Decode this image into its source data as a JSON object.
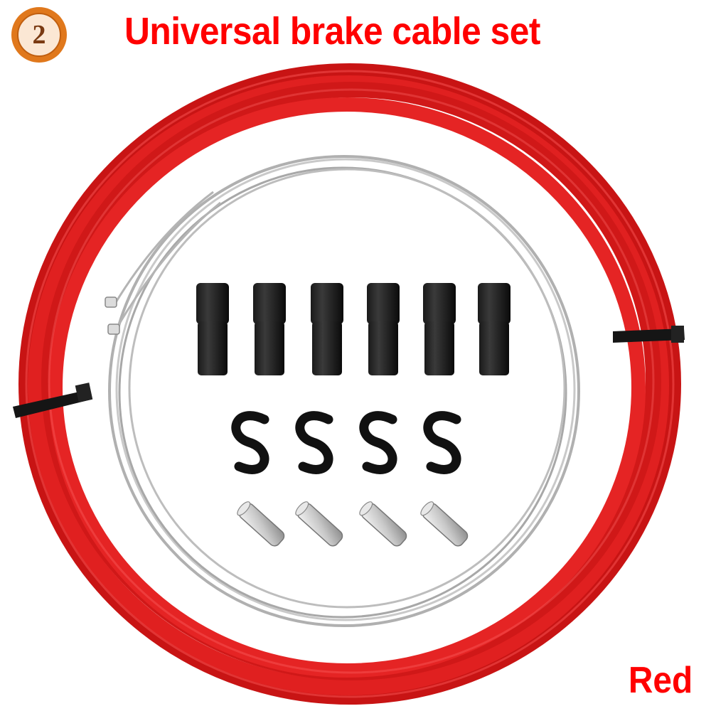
{
  "badge": {
    "number": "2",
    "color": "#e0781c"
  },
  "title": {
    "text": "Universal brake cable set",
    "color": "#ff0000"
  },
  "color_label": {
    "text": "Red",
    "color": "#ff0000"
  },
  "product": {
    "housing_color": "#e01b1b",
    "inner_cable_color": "#b8b8b8",
    "items": [
      {
        "name": "cable-housing",
        "count": 1
      },
      {
        "name": "inner-cable",
        "count": 2
      },
      {
        "name": "ferrule",
        "count": 6
      },
      {
        "name": "s-hook",
        "count": 4
      },
      {
        "name": "end-cap",
        "count": 4
      },
      {
        "name": "cable-tie",
        "count": 2
      }
    ]
  }
}
